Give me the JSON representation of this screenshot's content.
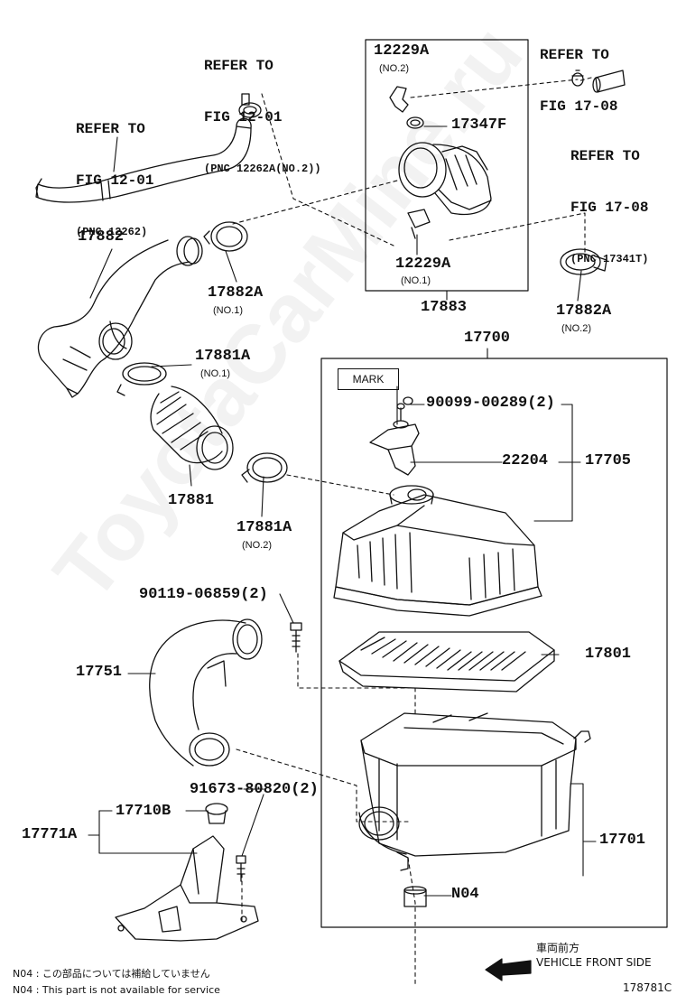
{
  "refs": {
    "fig12_top": {
      "line1": "REFER TO",
      "line2": "FIG 12-01",
      "line3": "(PNC 12262A(NO.2))"
    },
    "fig12_left": {
      "line1": "REFER TO",
      "line2": "FIG 12-01",
      "line3": "(PNC 12262)"
    },
    "fig17_top": {
      "line1": "REFER TO",
      "line2": "FIG 17-08"
    },
    "fig17_right": {
      "line1": "REFER TO",
      "line2": "FIG 17-08",
      "line3": "(PNC 17341T)"
    }
  },
  "parts": {
    "p12229A_top": {
      "code": "12229A",
      "sub": "(NO.2)"
    },
    "p17347F": {
      "code": "17347F"
    },
    "p12229A_bottom": {
      "code": "12229A",
      "sub": "(NO.1)"
    },
    "p17883": {
      "code": "17883"
    },
    "p17882": {
      "code": "17882"
    },
    "p17882A_no1": {
      "code": "17882A",
      "sub": "(NO.1)"
    },
    "p17882A_no2": {
      "code": "17882A",
      "sub": "(NO.2)"
    },
    "p17881A_no1": {
      "code": "17881A",
      "sub": "(NO.1)"
    },
    "p17881": {
      "code": "17881"
    },
    "p17881A_no2": {
      "code": "17881A",
      "sub": "(NO.2)"
    },
    "p17700": {
      "code": "17700"
    },
    "p90099": {
      "code": "90099-00289(2)"
    },
    "p22204": {
      "code": "22204"
    },
    "p17705": {
      "code": "17705"
    },
    "p90119": {
      "code": "90119-06859(2)"
    },
    "p17801": {
      "code": "17801"
    },
    "p17751": {
      "code": "17751"
    },
    "p91673": {
      "code": "91673-80820(2)"
    },
    "p17710B": {
      "code": "17710B"
    },
    "p17771A": {
      "code": "17771A"
    },
    "p17701": {
      "code": "17701"
    },
    "pN04": {
      "code": "N04"
    }
  },
  "mark_label": "MARK",
  "direction": {
    "jp": "車両前方",
    "en": "VEHICLE FRONT SIDE"
  },
  "notes": {
    "jp": "N04 : この部品については補給していません",
    "en": "N04 : This part is not available for service"
  },
  "figure_code": "178781C",
  "watermark": "ToyotaCarMine.ru"
}
